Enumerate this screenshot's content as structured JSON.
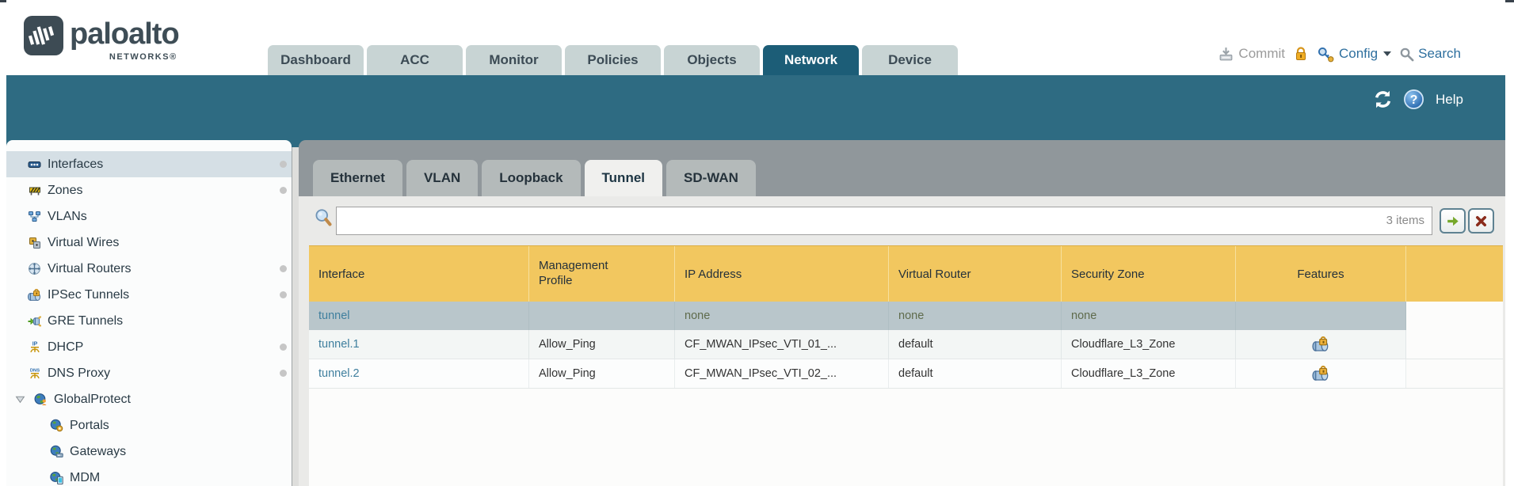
{
  "brand": {
    "name": "paloalto",
    "sub": "NETWORKS®"
  },
  "main_tabs": [
    {
      "label": "Dashboard",
      "active": false
    },
    {
      "label": "ACC",
      "active": false
    },
    {
      "label": "Monitor",
      "active": false
    },
    {
      "label": "Policies",
      "active": false
    },
    {
      "label": "Objects",
      "active": false
    },
    {
      "label": "Network",
      "active": true
    },
    {
      "label": "Device",
      "active": false
    }
  ],
  "header_actions": {
    "commit_label": "Commit",
    "config_label": "Config",
    "search_label": "Search"
  },
  "toolbar": {
    "help_label": "Help"
  },
  "sidebar": {
    "items": [
      {
        "label": "Interfaces",
        "icon": "interfaces-icon",
        "selected": true,
        "dot": true
      },
      {
        "label": "Zones",
        "icon": "zones-icon",
        "dot": true
      },
      {
        "label": "VLANs",
        "icon": "vlans-icon"
      },
      {
        "label": "Virtual Wires",
        "icon": "virtual-wires-icon"
      },
      {
        "label": "Virtual Routers",
        "icon": "virtual-routers-icon",
        "dot": true
      },
      {
        "label": "IPSec Tunnels",
        "icon": "ipsec-tunnels-icon",
        "dot": true
      },
      {
        "label": "GRE Tunnels",
        "icon": "gre-tunnels-icon"
      },
      {
        "label": "DHCP",
        "icon": "dhcp-icon",
        "dot": true
      },
      {
        "label": "DNS Proxy",
        "icon": "dns-proxy-icon",
        "dot": true
      },
      {
        "label": "GlobalProtect",
        "icon": "globalprotect-icon",
        "expandable": true,
        "expanded": true
      },
      {
        "label": "Portals",
        "icon": "portals-icon",
        "child": true
      },
      {
        "label": "Gateways",
        "icon": "gateways-icon",
        "child": true
      },
      {
        "label": "MDM",
        "icon": "mdm-icon",
        "child": true
      }
    ]
  },
  "subtabs": [
    {
      "label": "Ethernet",
      "active": false
    },
    {
      "label": "VLAN",
      "active": false
    },
    {
      "label": "Loopback",
      "active": false
    },
    {
      "label": "Tunnel",
      "active": true
    },
    {
      "label": "SD-WAN",
      "active": false
    }
  ],
  "search_bar": {
    "value": "",
    "count": "3 items"
  },
  "table": {
    "columns": [
      "Interface",
      "Management Profile",
      "IP Address",
      "Virtual Router",
      "Security Zone",
      "Features"
    ],
    "rows": [
      {
        "interface": "tunnel",
        "mgmt": "",
        "ip": "none",
        "vr": "none",
        "zone": "none",
        "features": false,
        "selected": true
      },
      {
        "interface": "tunnel.1",
        "mgmt": "Allow_Ping",
        "ip": "CF_MWAN_IPsec_VTI_01_...",
        "vr": "default",
        "zone": "Cloudflare_L3_Zone",
        "features": true,
        "selected": false
      },
      {
        "interface": "tunnel.2",
        "mgmt": "Allow_Ping",
        "ip": "CF_MWAN_IPsec_VTI_02_...",
        "vr": "default",
        "zone": "Cloudflare_L3_Zone",
        "features": true,
        "selected": false
      }
    ]
  },
  "colors": {
    "teal_bar": "#2e6b82",
    "active_tab": "#1c5d77",
    "table_header_gold": "#f2c75f",
    "selected_row": "#b9c6cb",
    "selected_item": "#d5dfe5",
    "link": "#3f7f9e",
    "none_value": "#5f6b4c"
  }
}
